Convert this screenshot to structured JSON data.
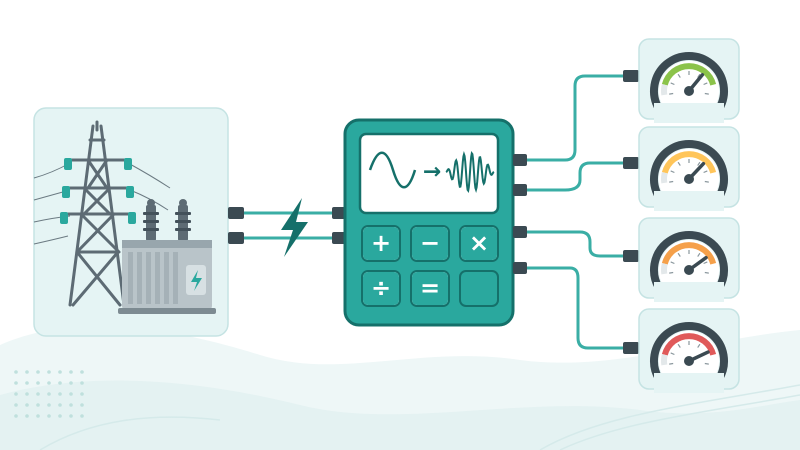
{
  "colors": {
    "teal": "#2aa89e",
    "teal_dark": "#15706a",
    "panel_bg": "#e5f4f4",
    "panel_border": "#c5e3e3",
    "cable": "#3aaea5",
    "connector": "#3b4a52",
    "tower": "#5d6b74",
    "gauge_green": "#8bc34a",
    "gauge_yellow": "#ffc55a",
    "gauge_orange": "#f5a04a",
    "gauge_red": "#e05a5a"
  },
  "icons": {
    "transmission_tower": "transmission-tower-icon",
    "transformer": "transformer-icon",
    "lightning": "lightning-bolt-icon",
    "calculator": "calculator-icon",
    "sine_wave": "sine-wave-icon",
    "harmonic_wave": "harmonic-wave-icon",
    "gauge": "gauge-icon"
  },
  "calculator": {
    "display_arrow": "→",
    "keys": {
      "plus": "+",
      "minus": "−",
      "times": "×",
      "divide": "÷",
      "equals": "="
    }
  },
  "gauges": [
    {
      "level": "green",
      "needle_fraction": 0.72
    },
    {
      "level": "yellow",
      "needle_fraction": 0.74
    },
    {
      "level": "orange",
      "needle_fraction": 0.8
    },
    {
      "level": "red",
      "needle_fraction": 0.86
    }
  ]
}
